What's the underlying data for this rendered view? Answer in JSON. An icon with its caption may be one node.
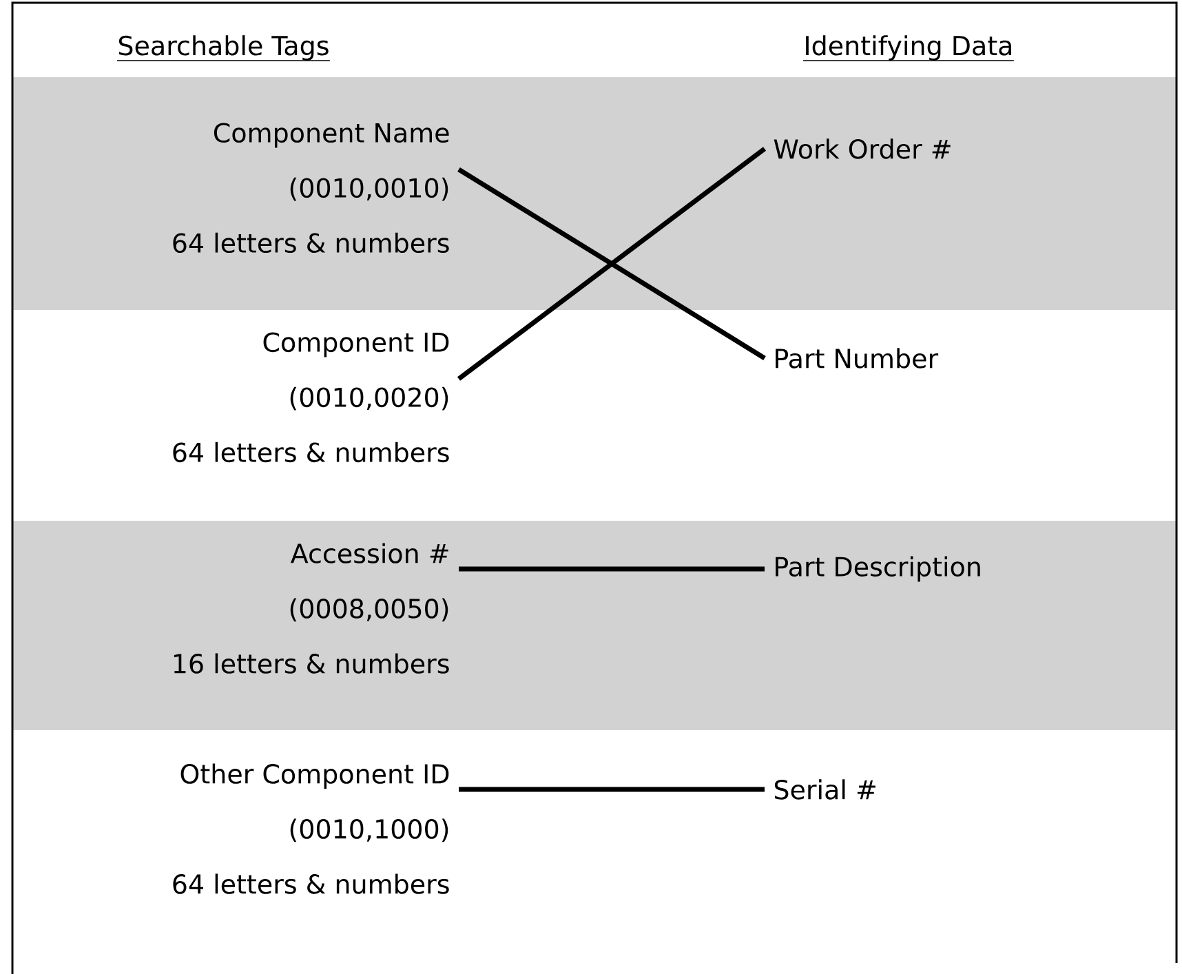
{
  "diagram": {
    "nodes": [
      {
        "text": [
          "Component Name",
          "(0010,0010)",
          "64 letters & numbers"
        ]
      },
      {
        "text": [
          "Work Order #"
        ]
      },
      {
        "text": [
          "Component ID",
          "(0010,0020)",
          "64 letters & numbers"
        ]
      },
      {
        "text": [
          "Part Number"
        ]
      },
      {
        "text": [
          "Accession #",
          "(0008,0050)",
          "16 letters & numbers"
        ]
      },
      {
        "text": [
          "Part Description"
        ]
      },
      {
        "text": [
          "Other Component ID",
          "(0010,1000)",
          "64 letters & numbers"
        ]
      },
      {
        "text": [
          "Serial #"
        ]
      }
    ],
    "edges": [
      {
        "from": 0,
        "to": 3,
        "arrow": "none"
      },
      {
        "from": 2,
        "to": 1,
        "arrow": "none"
      },
      {
        "from": 4,
        "to": 5,
        "arrow": "none"
      },
      {
        "from": 6,
        "to": 7,
        "arrow": "none"
      }
    ],
    "labels": [
      "Searchable Tags",
      "Identifying Data"
    ]
  }
}
